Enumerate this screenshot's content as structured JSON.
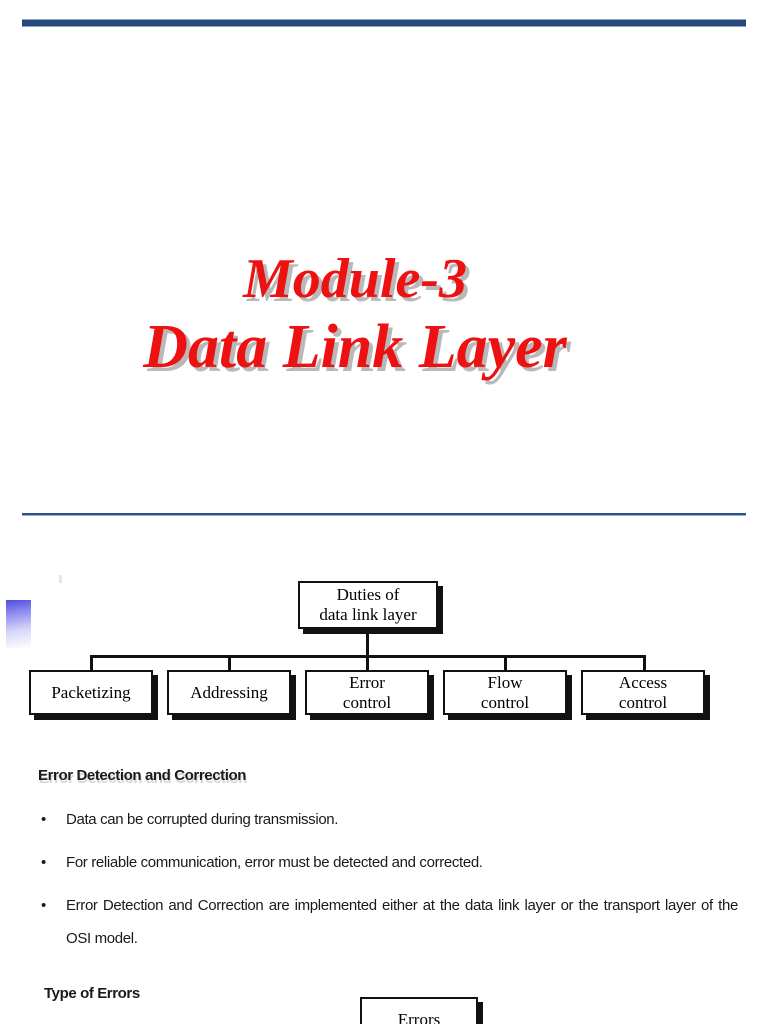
{
  "slide": {
    "title_lines": [
      "Module-3",
      "Data Link Layer"
    ],
    "accent_color": "#24497b",
    "title_color": "#ee1111",
    "title_shadow_color": "#b9b9b9"
  },
  "diagram": {
    "root": "Duties of\ndata link layer",
    "root_line_1": "Duties of",
    "root_line_2": "data link layer",
    "leaves": [
      {
        "label": "Packetizing"
      },
      {
        "label": "Addressing"
      },
      {
        "label": "Error\ncontrol",
        "line_1": "Error",
        "line_2": "control"
      },
      {
        "label": "Flow\ncontrol",
        "line_1": "Flow",
        "line_2": "control"
      },
      {
        "label": "Access\ncontrol",
        "line_1": "Access",
        "line_2": "control"
      }
    ]
  },
  "content": {
    "heading_error_detection": "Error Detection and Correction",
    "bullets": [
      "Data can be corrupted during transmission.",
      "For reliable communication, error must be detected and corrected.",
      "Error Detection and Correction are implemented either at the data link layer or the transport layer of the OSI model."
    ],
    "heading_type_of_errors": "Type of Errors",
    "errors_box_label": "Errors"
  }
}
